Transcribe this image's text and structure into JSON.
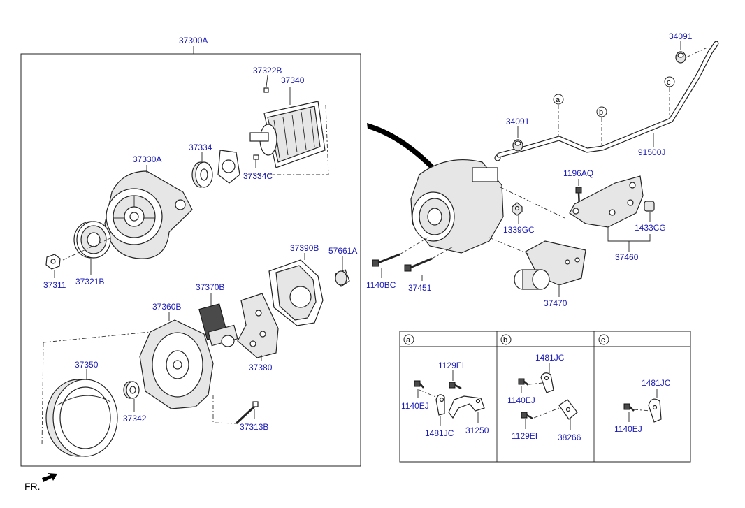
{
  "labels": {
    "l37300A": "37300A",
    "l37322B": "37322B",
    "l37340": "37340",
    "l37334": "37334",
    "l37330A": "37330A",
    "l37334C": "37334C",
    "l37311": "37311",
    "l37321B": "37321B",
    "l37390B": "37390B",
    "l57661A": "57661A",
    "l37370B": "37370B",
    "l37360B": "37360B",
    "l37380": "37380",
    "l37350": "37350",
    "l37342": "37342",
    "l37313B": "37313B",
    "l34091a": "34091",
    "l34091b": "34091",
    "l91500J": "91500J",
    "l1196AQ": "1196AQ",
    "l1339GC": "1339GC",
    "l1433CG": "1433CG",
    "l37460": "37460",
    "l1140BC": "1140BC",
    "l37451": "37451",
    "l37470": "37470",
    "sa_1129EI": "1129EI",
    "sa_1140EJ": "1140EJ",
    "sa_1481JC": "1481JC",
    "sa_31250": "31250",
    "sb_1481JC": "1481JC",
    "sb_1140EJ": "1140EJ",
    "sb_1129EI": "1129EI",
    "sb_38266": "38266",
    "sc_1481JC": "1481JC",
    "sc_1140EJ": "1140EJ"
  },
  "callouts": {
    "a": "a",
    "b": "b",
    "c": "c"
  },
  "sections": {
    "a": "a",
    "b": "b",
    "c": "c"
  },
  "front_marker": "FR."
}
